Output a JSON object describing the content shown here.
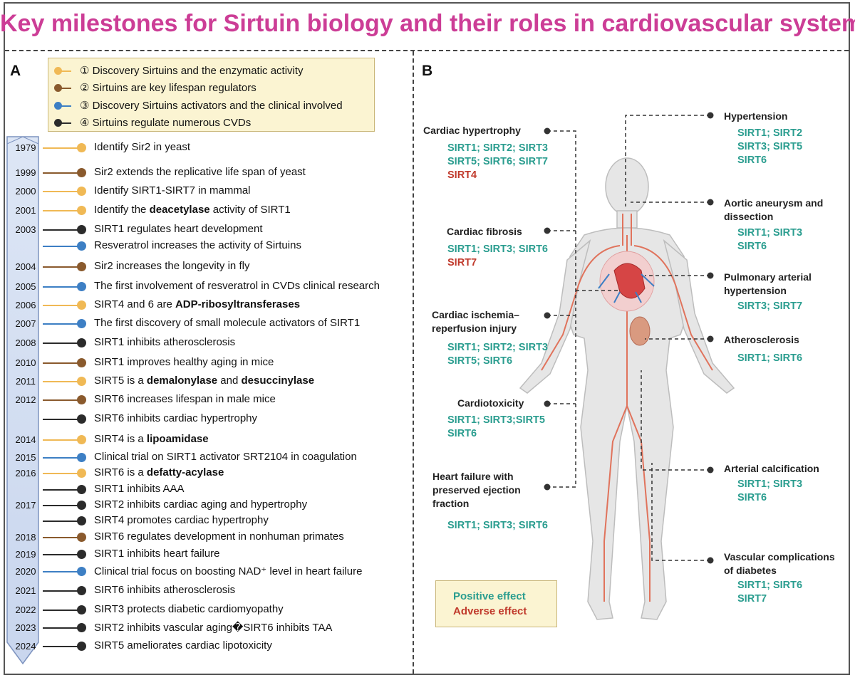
{
  "title": "Key milestones for Sirtuin biology and their roles in cardiovascular system",
  "panels": {
    "a": "A",
    "b": "B"
  },
  "colors": {
    "discovery": "#f0b955",
    "lifespan": "#8a5a2d",
    "activators": "#3d7fc4",
    "cvd": "#2b2b2b",
    "positive": "#2a9d8f",
    "adverse": "#c0392b"
  },
  "legend": [
    {
      "symbol": "①",
      "label": "Discovery Sirtuins and the enzymatic activity",
      "cat": "discovery"
    },
    {
      "symbol": "②",
      "label": "Sirtuins are key lifespan regulators",
      "cat": "lifespan"
    },
    {
      "symbol": "③",
      "label": "Discovery Sirtuins activators and the clinical involved",
      "cat": "activators"
    },
    {
      "symbol": "④",
      "label": "Sirtuins regulate numerous CVDs",
      "cat": "cvd"
    }
  ],
  "timeline": [
    {
      "year": "1979",
      "parts": [
        "Identify Sir2 in yeast"
      ],
      "cat": "discovery"
    },
    {
      "year": "1999",
      "parts": [
        "Sir2 extends the replicative life span of yeast"
      ],
      "cat": "lifespan"
    },
    {
      "year": "2000",
      "parts": [
        "Identify SIRT1-SIRT7 in mammal"
      ],
      "cat": "discovery"
    },
    {
      "year": "2001",
      "parts": [
        "Identify the ",
        "deacetylase",
        " activity of SIRT1"
      ],
      "cat": "discovery"
    },
    {
      "year": "2003",
      "parts": [
        "SIRT1 regulates heart development"
      ],
      "cat": "cvd"
    },
    {
      "year": "",
      "parts": [
        "Resveratrol increases the activity of Sirtuins"
      ],
      "cat": "activators"
    },
    {
      "year": "2004",
      "parts": [
        "Sir2 increases the longevity in fly"
      ],
      "cat": "lifespan"
    },
    {
      "year": "2005",
      "parts": [
        "The first involvement of resveratrol in CVDs clinical research"
      ],
      "cat": "activators"
    },
    {
      "year": "2006",
      "parts": [
        "SIRT4 and 6 are ",
        "ADP-ribosyltransferases"
      ],
      "cat": "discovery"
    },
    {
      "year": "2007",
      "parts": [
        "The first discovery of small molecule activators of SIRT1"
      ],
      "cat": "activators"
    },
    {
      "year": "2008",
      "parts": [
        "SIRT1 inhibits atherosclerosis"
      ],
      "cat": "cvd"
    },
    {
      "year": "2010",
      "parts": [
        "SIRT1 improves healthy aging in mice"
      ],
      "cat": "lifespan"
    },
    {
      "year": "2011",
      "parts": [
        "SIRT5 is a ",
        "demalonylase",
        " and ",
        "desuccinylase"
      ],
      "cat": "discovery"
    },
    {
      "year": "2012",
      "parts": [
        "SIRT6 increases lifespan in male mice"
      ],
      "cat": "lifespan"
    },
    {
      "year": "",
      "parts": [
        "SIRT6 inhibits cardiac hypertrophy"
      ],
      "cat": "cvd"
    },
    {
      "year": "2014",
      "parts": [
        "SIRT4 is a ",
        "lipoamidase"
      ],
      "cat": "discovery"
    },
    {
      "year": "2015",
      "parts": [
        "Clinical trial on SIRT1 activator SRT2104 in coagulation"
      ],
      "cat": "activators"
    },
    {
      "year": "2016",
      "parts": [
        "SIRT6 is a ",
        "defatty-acylase"
      ],
      "cat": "discovery"
    },
    {
      "year": "",
      "parts": [
        "SIRT1 inhibits AAA"
      ],
      "cat": "cvd"
    },
    {
      "year": "2017",
      "parts": [
        "SIRT2 inhibits cardiac aging and hypertrophy"
      ],
      "cat": "cvd"
    },
    {
      "year": "",
      "parts": [
        "SIRT4 promotes cardiac hypertrophy"
      ],
      "cat": "cvd"
    },
    {
      "year": "2018",
      "parts": [
        "SIRT6 regulates development in nonhuman primates"
      ],
      "cat": "lifespan"
    },
    {
      "year": "2019",
      "parts": [
        "SIRT1 inhibits heart failure"
      ],
      "cat": "cvd"
    },
    {
      "year": "2020",
      "parts": [
        "Clinical trial focus on boosting NAD⁺ level in heart failure"
      ],
      "cat": "activators"
    },
    {
      "year": "2021",
      "parts": [
        "SIRT6 inhibits atherosclerosis"
      ],
      "cat": "cvd"
    },
    {
      "year": "2022",
      "parts": [
        "SIRT3 protects diabetic cardiomyopathy"
      ],
      "cat": "cvd"
    },
    {
      "year": "2023",
      "parts": [
        "SIRT2 inhibits vascular aging�SIRT6 inhibits TAA"
      ],
      "cat": "cvd"
    },
    {
      "year": "2024",
      "parts": [
        "SIRT5 ameliorates cardiac lipotoxicity"
      ],
      "cat": "cvd"
    }
  ],
  "diseases": [
    {
      "id": "cardiac-hypertrophy",
      "title": [
        "Cardiac hypertrophy"
      ],
      "sirts": [
        "SIRT1; SIRT2; SIRT3",
        "SIRT5; SIRT6; SIRT7"
      ],
      "adverse": [
        "SIRT4"
      ]
    },
    {
      "id": "cardiac-fibrosis",
      "title": [
        "Cardiac fibrosis"
      ],
      "sirts": [
        "SIRT1; SIRT3; SIRT6"
      ],
      "adverse": [
        "SIRT7"
      ]
    },
    {
      "id": "cardiac-ischemia",
      "title": [
        "Cardiac ischemia–",
        "reperfusion injury"
      ],
      "sirts": [
        "SIRT1; SIRT2; SIRT3",
        "SIRT5; SIRT6"
      ],
      "adverse": []
    },
    {
      "id": "cardiotoxicity",
      "title": [
        "Cardiotoxicity"
      ],
      "sirts": [
        "SIRT1; SIRT3;SIRT5",
        "SIRT6"
      ],
      "adverse": []
    },
    {
      "id": "hfpef",
      "title": [
        "Heart failure with",
        "preserved ejection",
        "fraction"
      ],
      "sirts": [
        "SIRT1; SIRT3; SIRT6"
      ],
      "adverse": []
    },
    {
      "id": "hypertension",
      "title": [
        "Hypertension"
      ],
      "sirts": [
        "SIRT1; SIRT2",
        "SIRT3; SIRT5",
        "SIRT6"
      ],
      "adverse": []
    },
    {
      "id": "aortic-aneurysm",
      "title": [
        "Aortic aneurysm and",
        "dissection"
      ],
      "sirts": [
        "SIRT1; SIRT3",
        "SIRT6"
      ],
      "adverse": []
    },
    {
      "id": "pulmonary-hypertension",
      "title": [
        "Pulmonary arterial",
        "hypertension"
      ],
      "sirts": [
        "SIRT3; SIRT7"
      ],
      "adverse": []
    },
    {
      "id": "atherosclerosis",
      "title": [
        "Atherosclerosis"
      ],
      "sirts": [
        "SIRT1; SIRT6"
      ],
      "adverse": []
    },
    {
      "id": "arterial-calcification",
      "title": [
        "Arterial calcification"
      ],
      "sirts": [
        "SIRT1; SIRT3",
        "SIRT6"
      ],
      "adverse": []
    },
    {
      "id": "vascular-diabetes",
      "title": [
        "Vascular complications",
        " of diabetes"
      ],
      "sirts": [
        "SIRT1; SIRT6",
        "SIRT7"
      ],
      "adverse": []
    }
  ],
  "effect_legend": {
    "positive": "Positive effect",
    "adverse": "Adverse effect"
  }
}
